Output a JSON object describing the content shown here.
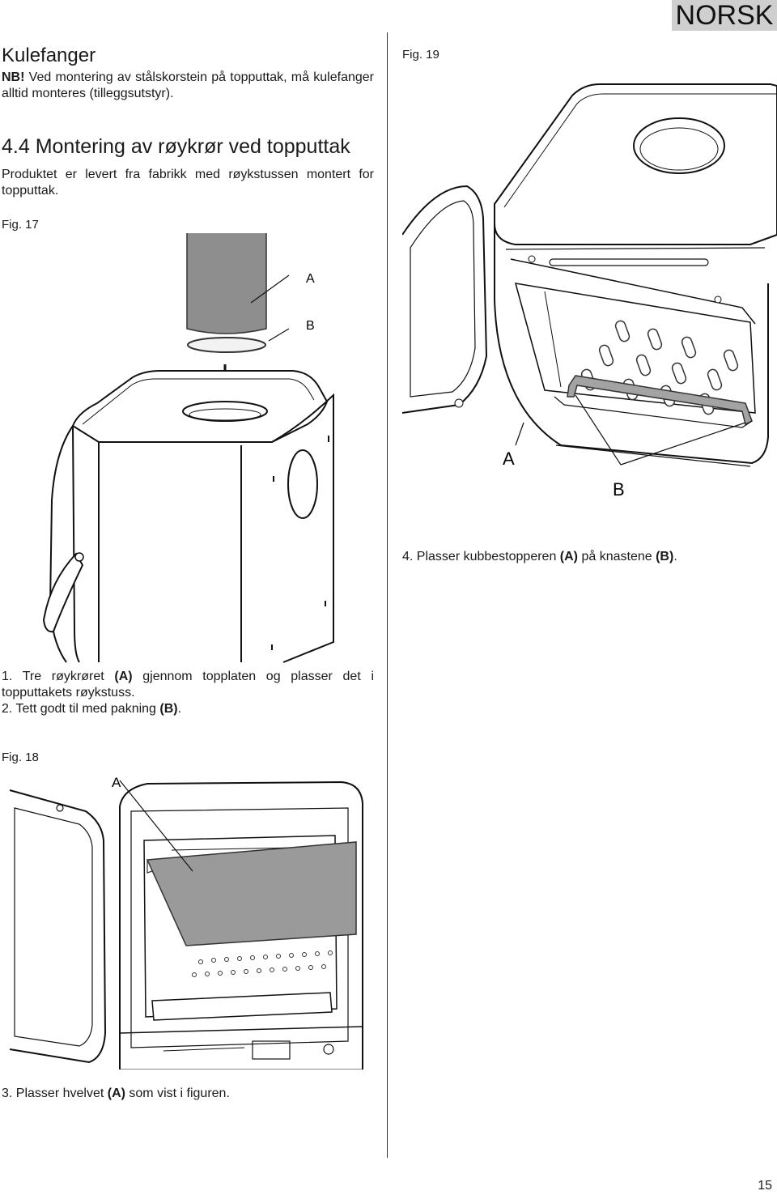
{
  "header": {
    "language_tab": "NORSK"
  },
  "left_column": {
    "kulefanger": {
      "title": "Kulefanger",
      "nb_label": "NB!",
      "nb_text": " Ved montering av stålskorstein på topputtak, må kulefanger alltid monteres (tilleggsutstyr)."
    },
    "section": {
      "title": "4.4 Montering av røykrør ved topputtak",
      "intro": "Produktet er levert fra fabrikk med røykstussen montert for topputtak."
    },
    "fig17": {
      "label": "Fig. 17",
      "callout_a": "A",
      "callout_b": "B"
    },
    "steps": [
      {
        "number": "1.",
        "pre": " Tre røykrøret ",
        "bold": "(A)",
        "post": " gjennom topplaten og plasser det i topputtakets røykstuss."
      },
      {
        "number": "2.",
        "pre": " Tett godt til med pakning ",
        "bold": "(B)",
        "post": "."
      }
    ],
    "fig18": {
      "label": "Fig. 18",
      "callout_a": "A"
    },
    "step3": {
      "number": "3.",
      "pre": " Plasser hvelvet ",
      "bold": "(A)",
      "post": " som vist i figuren."
    }
  },
  "right_column": {
    "fig19": {
      "label": "Fig. 19",
      "callout_a": "A",
      "callout_b": "B"
    },
    "step4": {
      "number": "4.",
      "pre": " Plasser kubbestopperen ",
      "bold_a": "(A)",
      "mid": " på knastene ",
      "bold_b": "(B)",
      "post": "."
    }
  },
  "footer": {
    "page_number": "15"
  }
}
